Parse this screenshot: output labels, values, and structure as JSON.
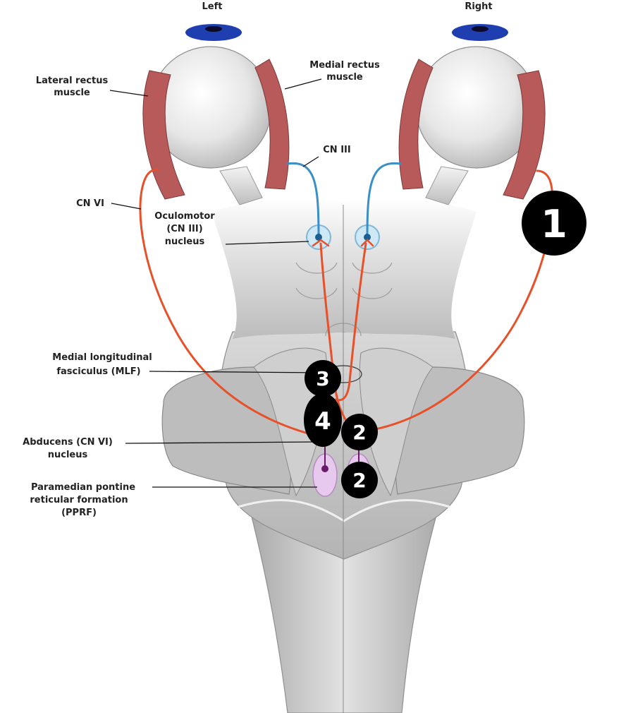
{
  "headings": {
    "left": "Left",
    "right": "Right"
  },
  "labels": {
    "lateral_rectus_1": "Lateral rectus",
    "lateral_rectus_2": "muscle",
    "medial_rectus_1": "Medial rectus",
    "medial_rectus_2": "muscle",
    "cn3": "CN III",
    "cn6": "CN VI",
    "oculomotor_1": "Oculomotor",
    "oculomotor_2": "(CN III)",
    "oculomotor_3": "nucleus",
    "mlf_1": "Medial longitudinal",
    "mlf_2": "fasciculus  (MLF)",
    "abducens_1": "Abducens (CN VI)",
    "abducens_2": "nucleus",
    "pprf_1": "Paramedian pontine",
    "pprf_2": "reticular formation",
    "pprf_3": "(PPRF)"
  },
  "markers": {
    "m1": "1",
    "m2a": "2",
    "m2b": "2",
    "m3": "3",
    "m4": "4"
  },
  "colors": {
    "nerve": "#e8502a",
    "cn3_nerve": "#3a8fc8",
    "muscle": "#b85a5a",
    "iris": "#1f3fb0",
    "pprf": "#e6c9ec",
    "brainstem": "#c9c9c9",
    "marker": "#000000"
  }
}
